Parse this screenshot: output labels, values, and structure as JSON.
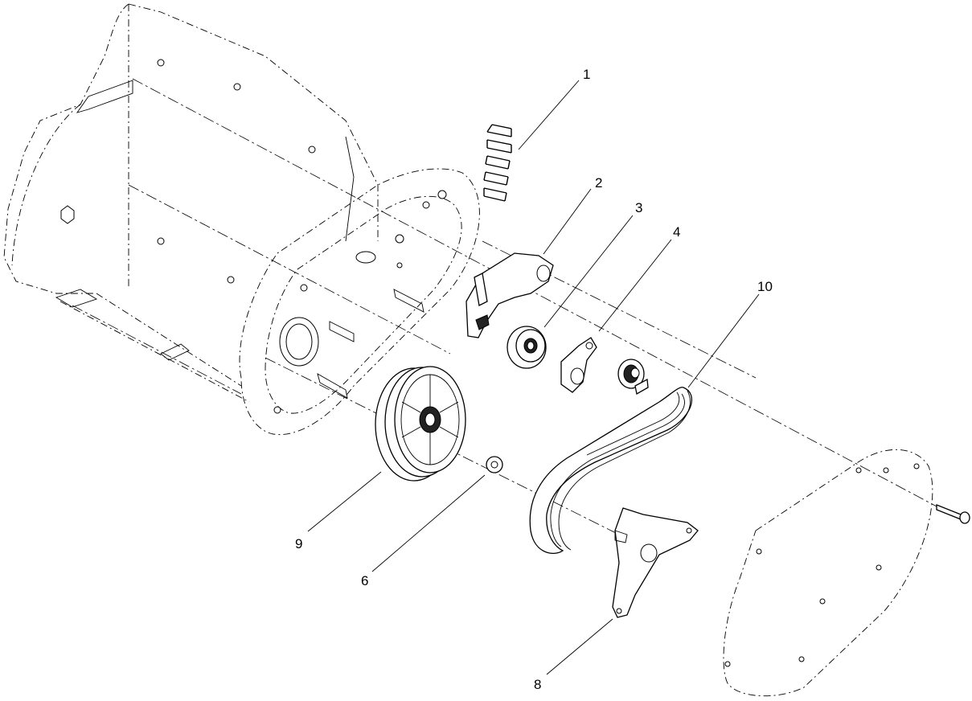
{
  "callouts": {
    "c1": "1",
    "c2": "2",
    "c3": "3",
    "c4": "4",
    "c10": "10",
    "c9": "9",
    "c6": "6",
    "c8": "8"
  }
}
